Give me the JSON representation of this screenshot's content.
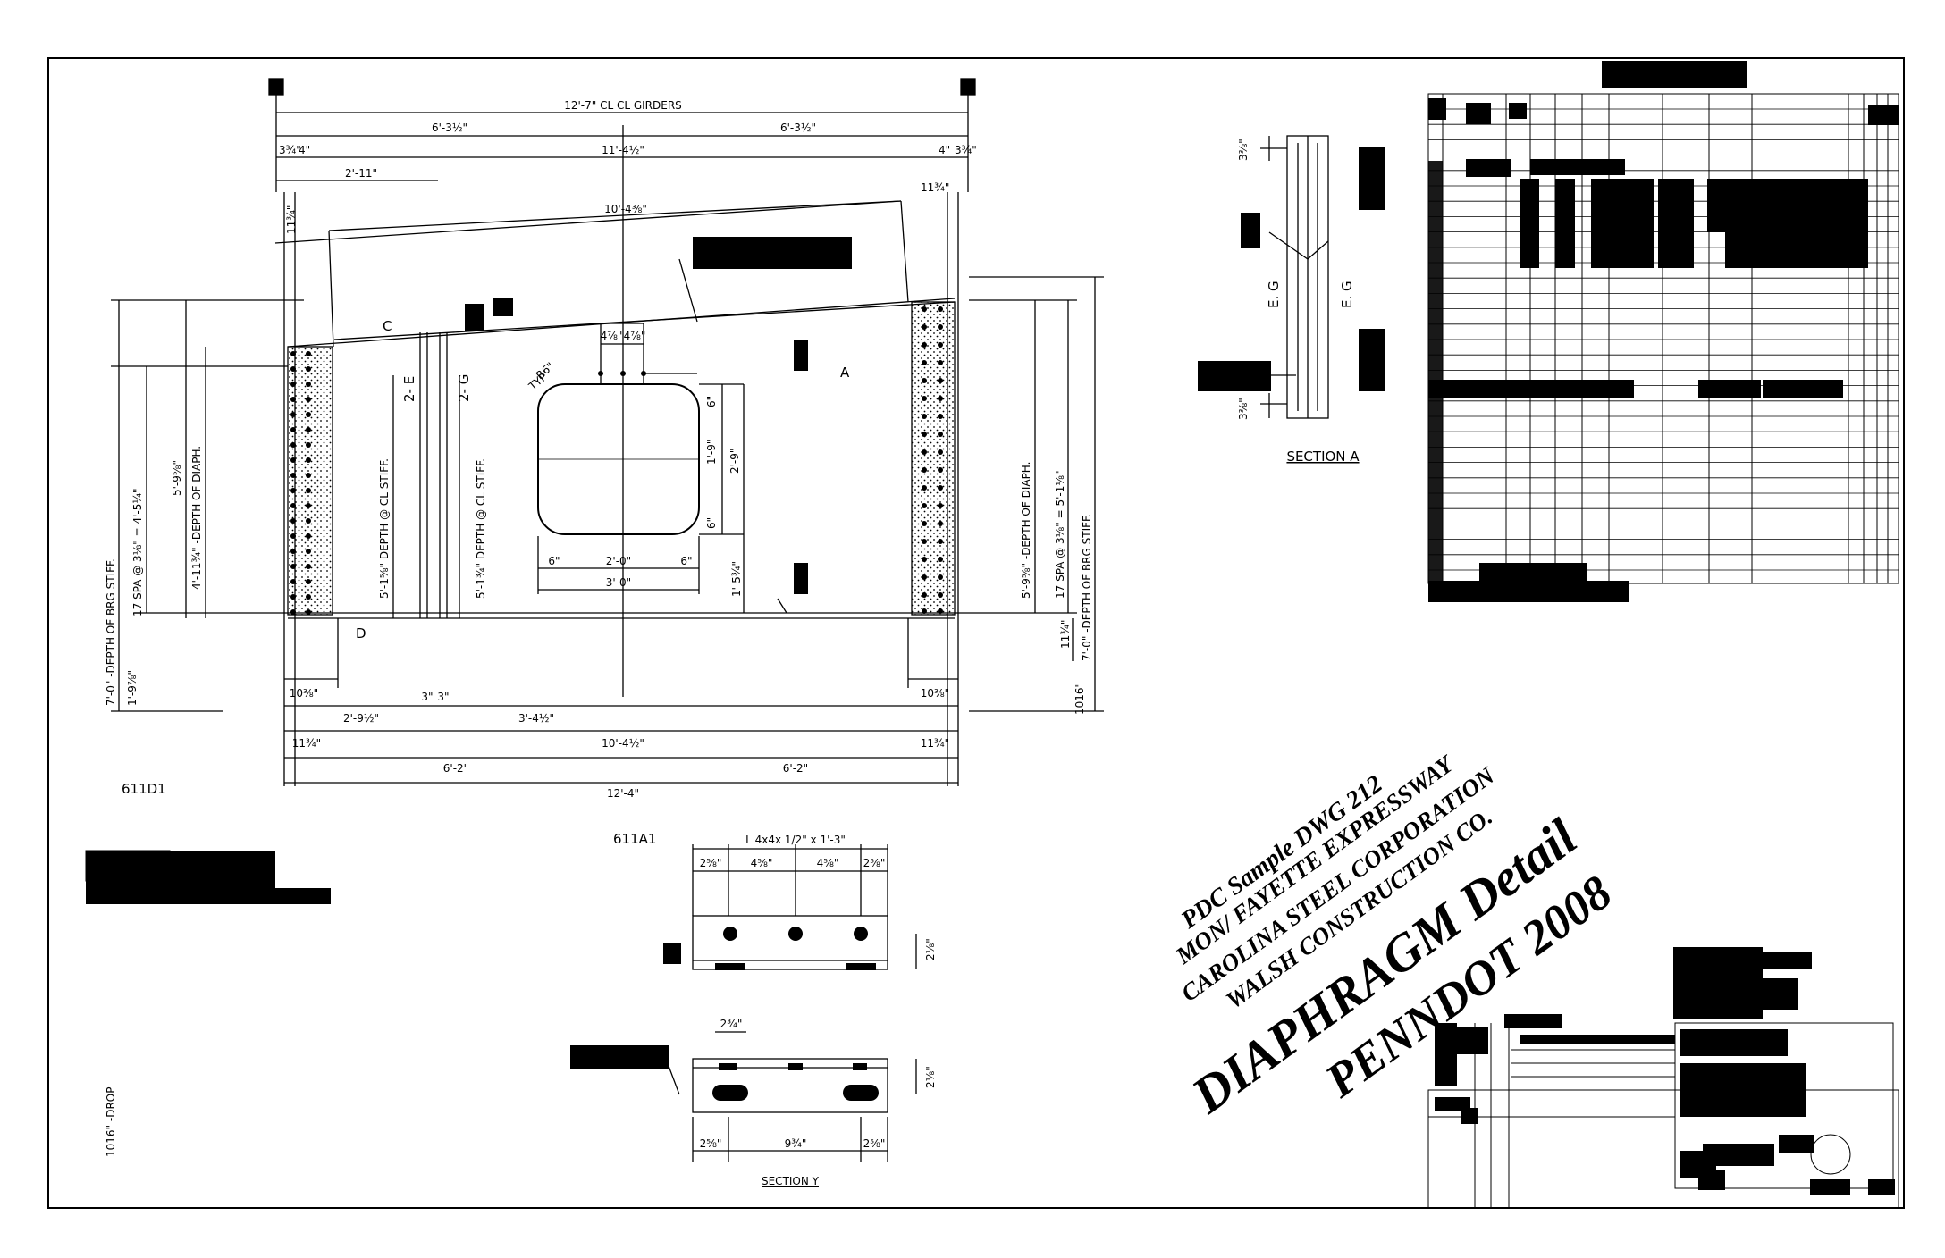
{
  "colors": {
    "ink": "#000000",
    "paper": "#ffffff"
  },
  "drawing": {
    "plan_mark": "611D1",
    "angle_mark": "611A1",
    "section_a_title": "SECTION A",
    "section_y_title": "SECTION Y",
    "eg_label": "E. G",
    "stiff_left": "2- E",
    "stiff_right": "2- G",
    "label_c": "C",
    "label_d": "D",
    "label_a": "A",
    "drop": "1016\" -DROP",
    "r6": "R6\"",
    "typ": "TYP",
    "angle_spec": "L 4x4x 1/2\" x 1'-3\"",
    "dims": {
      "cl_girders": "12'-7\" CL CL GIRDERS",
      "half_top_l": "6'-3½\"",
      "half_top_r": "6'-3½\"",
      "center_top": "11'-4½\"",
      "d_3_4": "3¾\"",
      "d_4": "4\"",
      "d_2_11": "2'-11\"",
      "d_11_34": "11¾\"",
      "d_10_4": "10'-4⅜\"",
      "d_48a": "4⅞\"",
      "d_48b": "4⅞\"",
      "d_6a": "6\"",
      "d_6b": "6\"",
      "d_6c": "6\"",
      "d_6d": "6\"",
      "d_1_9": "1'-9\"",
      "d_2_9": "2'-9\"",
      "d_2_0": "2'-0\"",
      "d_3_0": "3'-0\"",
      "d_1_5": "1'-5¾\"",
      "d_1038_l": "10⅜\"",
      "d_1038_r": "10⅜\"",
      "d_2_9h": "2'-9½\"",
      "d_3": "3\"",
      "d_3b": "3\"",
      "d_3_4h": "3'-4½\"",
      "d_1134_l": "11¾\"",
      "d_1134_r": "11¾\"",
      "d_10_4b": "10'-4½\"",
      "d_6_2_l": "6'-2\"",
      "d_6_2_r": "6'-2\"",
      "d_12_4": "12'-4\"",
      "v_brg_l": "7'-0\" -DEPTH OF BRG STIFF.",
      "v_spa_l": "17 SPA @ 3⅛\" = 4'-5¼\"",
      "v_diaph_l1": "5'-9⅝\"",
      "v_diaph_l2": "4'-11¾\" -DEPTH OF DIAPH.",
      "v_stiff_e": "5'-1⅝\" DEPTH @ CL STIFF.",
      "v_stiff_g": "5'-1¾\" DEPTH @ CL STIFF.",
      "v_1_9": "1'-9⅞\"",
      "v_diaph_r": "5'-9⅝\" -DEPTH OF DIAPH.",
      "v_spa_r": "17 SPA @ 3⅛\" = 5'-1⅛\"",
      "v_brg_r": "7'-0\" -DEPTH OF BRG STIFF.",
      "v_1016": "1016\"",
      "v_1134": "11¾\"",
      "a_25a": "2⅝\"",
      "a_45a": "4⅝\"",
      "a_45b": "4⅝\"",
      "a_25b": "2⅝\"",
      "a_2_1": "2⅛\"",
      "a_2_1b": "2⅛\"",
      "a_23": "2¾\"",
      "a_25c": "2⅝\"",
      "a_9": "9¾\"",
      "a_25d": "2⅝\"",
      "s_38a": "3⅜\"",
      "s_38b": "3⅜\""
    }
  },
  "title_block": {
    "line1": "PDC Sample DWG 212",
    "line2": "MON/ FAYETTE EXPRESSWAY",
    "line3": "CAROLINA STEEL CORPORATION",
    "line4": "WALSH CONSTRUCTION CO.",
    "line5": "DIAPHRAGM Detail",
    "line6": "PENNDOT 2008"
  }
}
